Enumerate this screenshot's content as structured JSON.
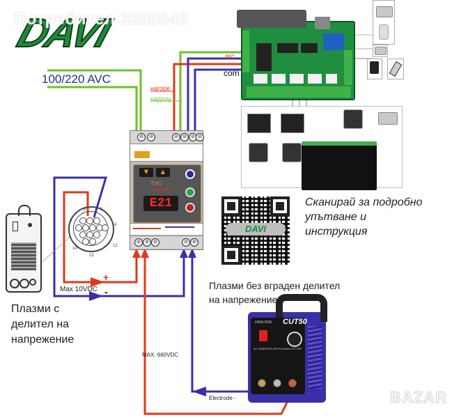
{
  "watermark": "Потребител 3285546",
  "logo": "DAVI",
  "wiring_labels": {
    "power": "100/220 AVC",
    "up": "нагоре",
    "down": "надолу",
    "arc": "arc",
    "com": "com",
    "max_low_voltage": "Max 10VDC",
    "plus": "+",
    "minus": "-",
    "max_high_voltage": "MAX. 660VDC",
    "electrode": "Electrode -"
  },
  "controller": {
    "display": "E21",
    "brand": "THC",
    "model": "ARC-THC",
    "up_arrow": "▲",
    "down_arrow": "▼"
  },
  "qr_section": {
    "logo": "DAVI",
    "lines": [
      "Сканирай за подробно",
      "упътване и",
      "инструкция"
    ]
  },
  "plasma_with_divider": {
    "lines": [
      "Плазми с",
      "делител на",
      "напрежение"
    ],
    "connector_pins": [
      "6",
      "5",
      "3",
      "4",
      "12",
      "13",
      "14"
    ]
  },
  "plasma_without_divider": {
    "lines": [
      "Плазми без вграден делител",
      "на напрежение"
    ],
    "brand": "HANLONG",
    "model": "CUT50",
    "subtitle": "DC INVERTER AIR PLASMA CUTTER"
  },
  "colors": {
    "green_wire": "#6cc22a",
    "red_wire": "#e03a1a",
    "blue_wire": "#3a2fa8",
    "logo_green": "#1f8a3a"
  },
  "corner_watermark": "BAZAR"
}
